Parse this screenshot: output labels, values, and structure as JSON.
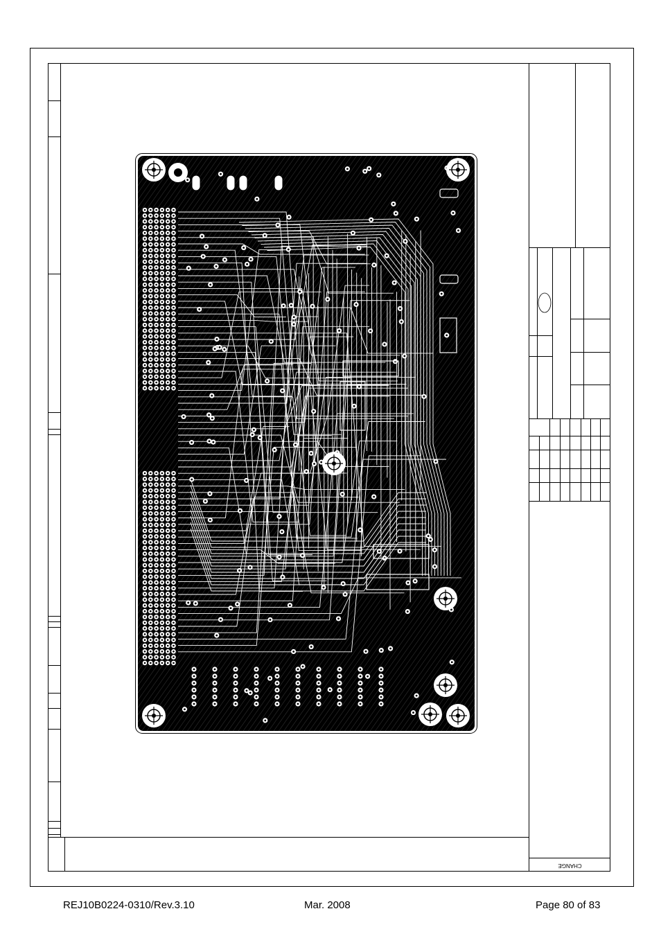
{
  "footer": {
    "doc_id": "REJ10B0224-0310/Rev.3.10",
    "date": "Mar. 2008",
    "page": "Page 80 of 83"
  },
  "title_block": {
    "change_label": "CHANGE"
  },
  "figure": {
    "type": "pcb-layout-drawing",
    "background": "#000000",
    "trace_color": "#ffffff"
  }
}
